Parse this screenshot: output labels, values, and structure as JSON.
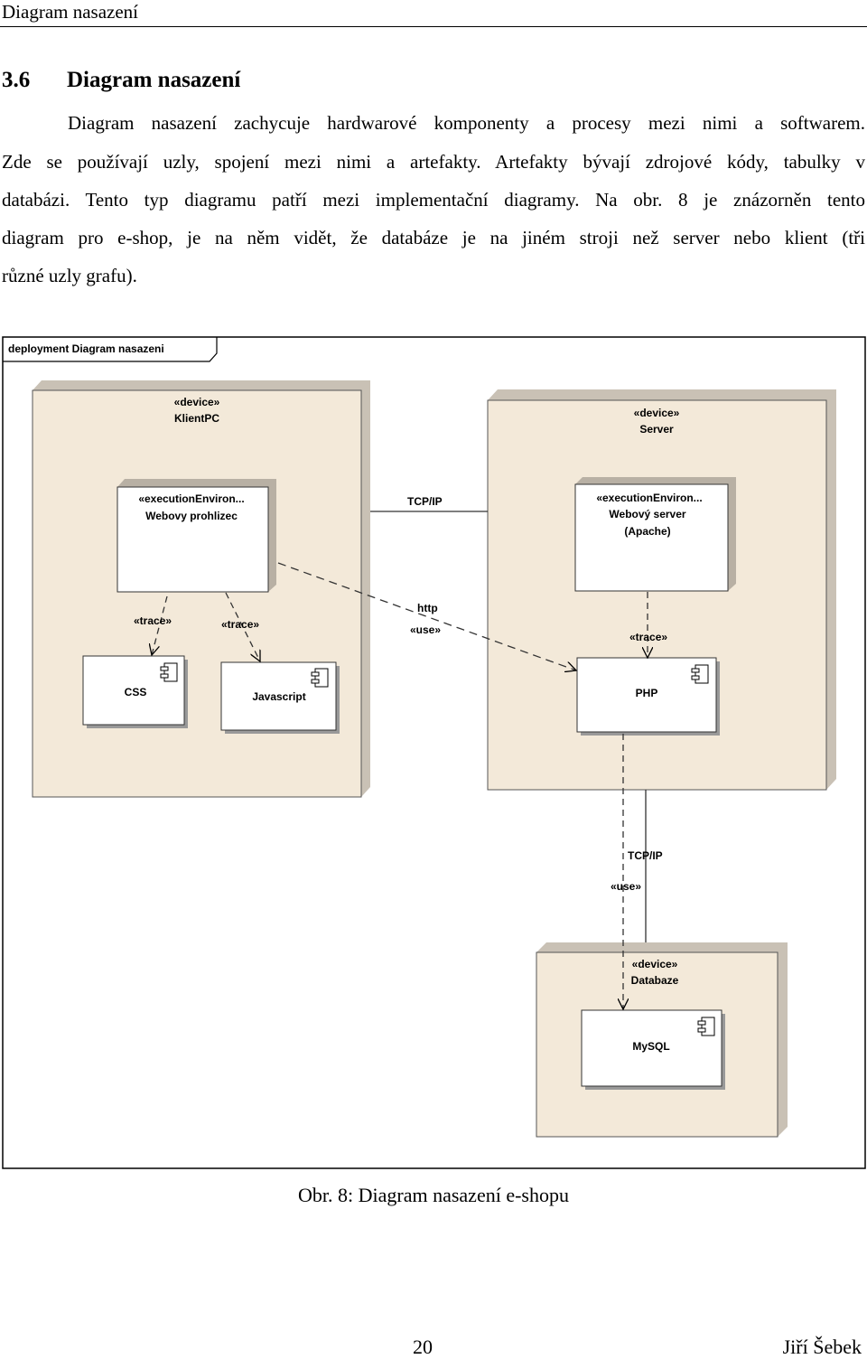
{
  "running_head": "Diagram nasazení",
  "section": {
    "number": "3.6",
    "title": "Diagram nasazení"
  },
  "paragraph_lines": [
    "Diagram nasazení zachycuje hardwarové komponenty a procesy mezi nimi a softwarem.",
    "Zde se používají uzly, spojení mezi nimi a artefakty. Artefakty bývají zdrojové kódy, tabulky v",
    "databázi. Tento typ diagramu patří mezi implementační diagramy. Na obr. 8 je znázorněn tento",
    "diagram pro e-shop, je na něm vidět, že databáze je na jiném stroji než server nebo klient (tři",
    "různé uzly grafu)."
  ],
  "diagram": {
    "frame_title": "deployment Diagram nasazeni",
    "nodes": {
      "klient": {
        "stereotype": "«device»",
        "name": "KlientPC"
      },
      "server": {
        "stereotype": "«device»",
        "name": "Server"
      },
      "databaze": {
        "stereotype": "«device»",
        "name": "Databaze"
      }
    },
    "environments": {
      "browser": {
        "stereotype": "«executionEnviron...",
        "name": "Webovy prohlizec"
      },
      "webserver": {
        "stereotype": "«executionEnviron...",
        "name_line1": "Webový server",
        "name_line2": "(Apache)"
      }
    },
    "components": {
      "css": "CSS",
      "javascript": "Javascript",
      "php": "PHP",
      "mysql": "MySQL"
    },
    "connectors": {
      "tcpip_top": "TCP/IP",
      "trace_css": "«trace»",
      "trace_js": "«trace»",
      "http": "http",
      "use_http": "«use»",
      "trace_php": "«trace»",
      "tcpip_bottom": "TCP/IP",
      "use_db": "«use»"
    },
    "colors": {
      "node_fill": "#f3e9d9",
      "box_fill": "#ffffff",
      "stroke": "#000000"
    }
  },
  "caption": "Obr. 8: Diagram nasazení e-shopu",
  "footer": {
    "page_number": "20",
    "author": "Jiří Šebek"
  }
}
